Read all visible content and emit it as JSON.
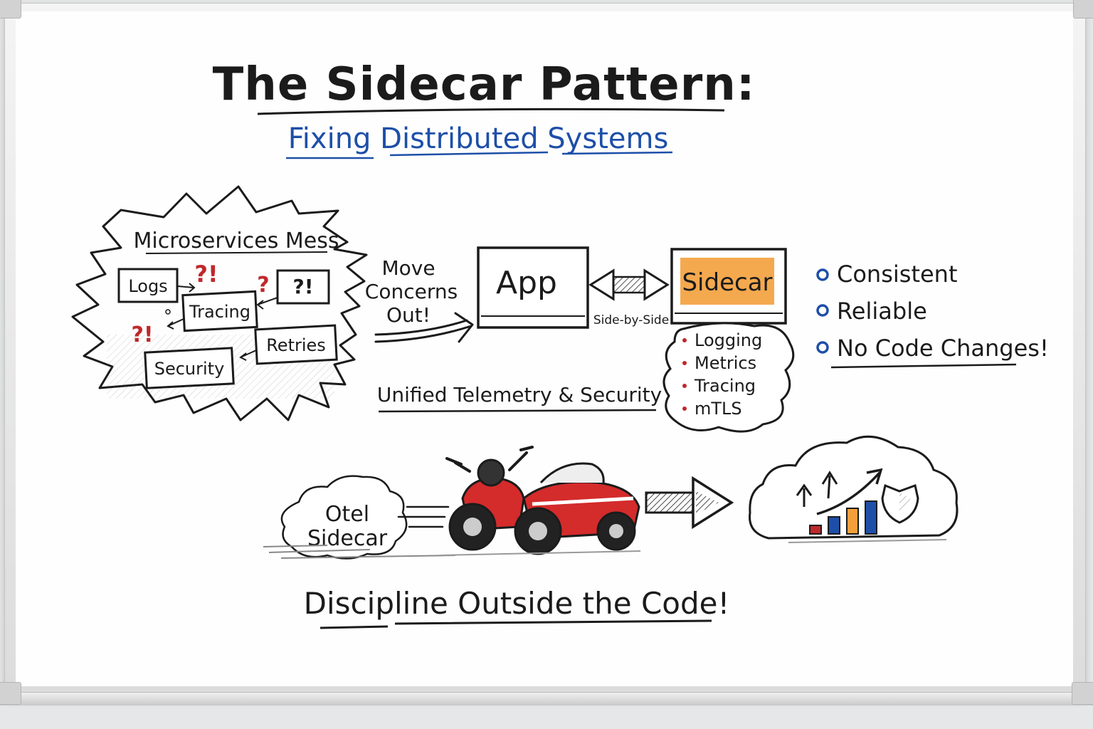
{
  "title": "The Sidecar Pattern:",
  "subtitle": "Fixing Distributed Systems",
  "mess": {
    "heading": "Microservices Mess",
    "boxes": [
      "Logs",
      "Tracing",
      "Retries",
      "Security"
    ],
    "box_extra": "?!",
    "marks": [
      "?!",
      "?",
      "?!"
    ]
  },
  "move_label": [
    "Move",
    "Concerns",
    "Out!"
  ],
  "app_label": "App",
  "sidecar_label": "Sidecar",
  "side_by_side": "Side-by-Side",
  "features": [
    "Logging",
    "Metrics",
    "Tracing",
    "mTLS"
  ],
  "unified": "Unified Telemetry & Security",
  "benefits": [
    "Consistent",
    "Reliable",
    "No Code Changes!"
  ],
  "otel_label": [
    "Otel",
    "Sidecar"
  ],
  "tagline": "Discipline Outside the Code!",
  "colors": {
    "ink": "#1b1b1b",
    "blue": "#1d4fa8",
    "red": "#c0282b",
    "orange": "#f3a03c",
    "chart": [
      "#c0282b",
      "#1d4fa8",
      "#f3a03c",
      "#1d4fa8"
    ]
  },
  "icons": [
    "burst-shape",
    "double-arrow",
    "cloud",
    "motorcycle-sidecar",
    "bar-chart-icon",
    "shield-icon",
    "up-arrow-icon"
  ]
}
